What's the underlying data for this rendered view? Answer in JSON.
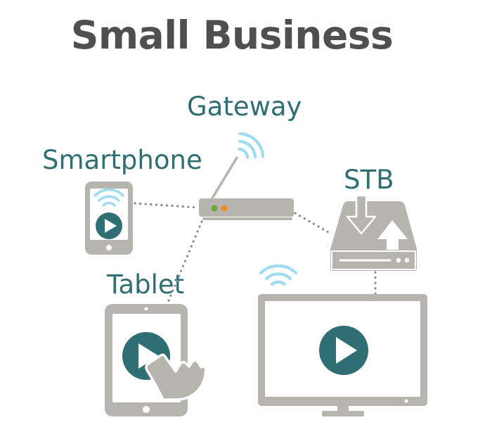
{
  "title": "Small Business",
  "labels": {
    "gateway": "Gateway",
    "smartphone": "Smartphone",
    "stb": "STB",
    "tablet": "Tablet"
  },
  "colors": {
    "title": "#4f4f4f",
    "label": "#2f6f73",
    "device": "#b5b4ae",
    "play": "#2f6f73",
    "wifi": "#9fdcf2",
    "led_green": "#6ea63b",
    "led_orange": "#ef8a26"
  },
  "icons": [
    "wifi-icon",
    "play-icon",
    "hand-pointer-icon",
    "download-arrow-icon",
    "upload-arrow-icon"
  ]
}
